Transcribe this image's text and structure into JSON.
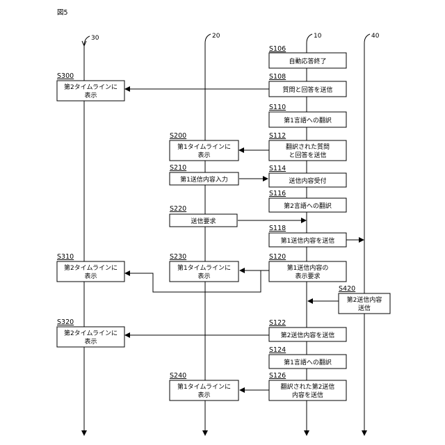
{
  "figure_label": "図5",
  "lanes": [
    {
      "id": "30",
      "label": "30"
    },
    {
      "id": "20",
      "label": "20"
    },
    {
      "id": "10",
      "label": "10"
    },
    {
      "id": "40",
      "label": "40"
    }
  ],
  "steps": {
    "S106": {
      "label": "S106",
      "text": [
        "自動応答終了"
      ]
    },
    "S108": {
      "label": "S108",
      "text": [
        "質問と回答を送信"
      ]
    },
    "S300": {
      "label": "S300",
      "text": [
        "第2タイムラインに",
        "表示"
      ]
    },
    "S110": {
      "label": "S110",
      "text": [
        "第1言語への翻訳"
      ]
    },
    "S112": {
      "label": "S112",
      "text": [
        "翻訳された質問",
        "と回答を送信"
      ]
    },
    "S200": {
      "label": "S200",
      "text": [
        "第1タイムラインに",
        "表示"
      ]
    },
    "S210": {
      "label": "S210",
      "text": [
        "第1送信内容入力"
      ]
    },
    "S114": {
      "label": "S114",
      "text": [
        "送信内容受付"
      ]
    },
    "S116": {
      "label": "S116",
      "text": [
        "第2言語への翻訳"
      ]
    },
    "S220": {
      "label": "S220",
      "text": [
        "送信要求"
      ]
    },
    "S118": {
      "label": "S118",
      "text": [
        "第1送信内容を送信"
      ]
    },
    "S310": {
      "label": "S310",
      "text": [
        "第2タイムラインに",
        "表示"
      ]
    },
    "S230": {
      "label": "S230",
      "text": [
        "第1タイムラインに",
        "表示"
      ]
    },
    "S120": {
      "label": "S120",
      "text": [
        "第1送信内容の",
        "表示要求"
      ]
    },
    "S420": {
      "label": "S420",
      "text": [
        "第2送信内容",
        "送信"
      ]
    },
    "S320": {
      "label": "S320",
      "text": [
        "第2タイムラインに",
        "表示"
      ]
    },
    "S122": {
      "label": "S122",
      "text": [
        "第2送信内容を送信"
      ]
    },
    "S124": {
      "label": "S124",
      "text": [
        "第1言語への翻訳"
      ]
    },
    "S240": {
      "label": "S240",
      "text": [
        "第1タイムラインに",
        "表示"
      ]
    },
    "S126": {
      "label": "S126",
      "text": [
        "翻訳された第2送信",
        "内容を送信"
      ]
    }
  }
}
